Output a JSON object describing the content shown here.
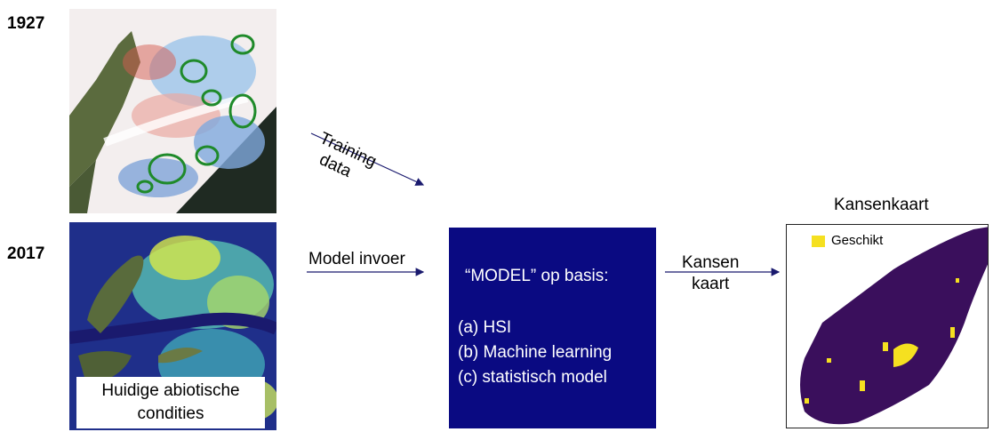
{
  "years": {
    "top": "1927",
    "bottom": "2017"
  },
  "arrows": {
    "training_line1": "Training",
    "training_line2": "data",
    "model_input": "Model invoer",
    "kansen_line1": "Kansen",
    "kansen_line2": "kaart"
  },
  "model": {
    "title": "“MODEL” op basis:",
    "items": [
      "(a) HSI",
      "(b) Machine learning",
      "(c) statistisch model"
    ]
  },
  "current_conditions": {
    "line1": "Huidige abiotische",
    "line2": "condities"
  },
  "output_map": {
    "title": "Kansenkaart",
    "legend_label": "Geschikt"
  },
  "colors": {
    "model_box": "#0a0a82",
    "arrow": "#1a1a6e",
    "suitable": "#f5e020",
    "unsuitable": "#3a0f5c"
  }
}
